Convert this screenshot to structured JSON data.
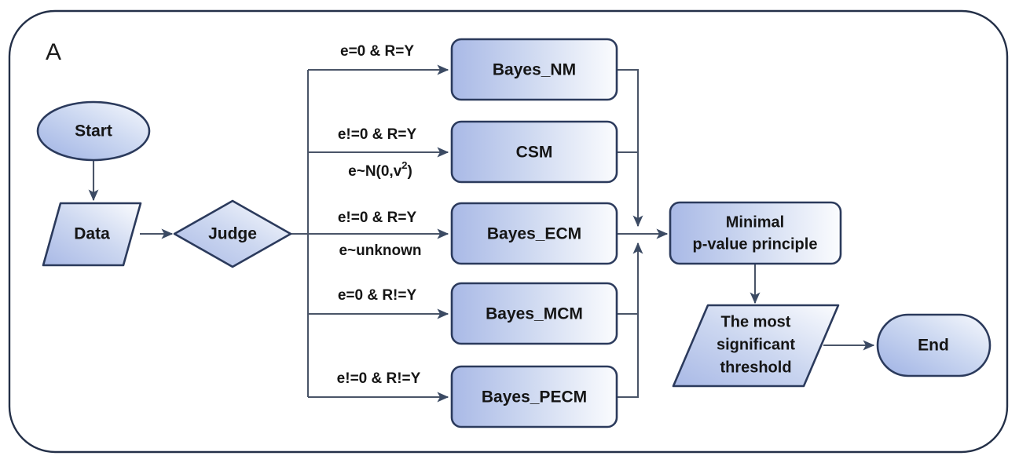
{
  "panel": {
    "letter": "A",
    "border_color": "#243048"
  },
  "theme": {
    "shape_fill_start": "#aabae6",
    "shape_fill_end": "#fbfcfe",
    "shape_stroke": "#2b3a5c",
    "connector_color": "#4a5568",
    "text_color": "#151515",
    "background": "#ffffff"
  },
  "chart_data": {
    "type": "diagram",
    "title": "A",
    "nodes": [
      {
        "id": "start",
        "label": "Start",
        "shape": "ellipse"
      },
      {
        "id": "data",
        "label": "Data",
        "shape": "parallelogram"
      },
      {
        "id": "judge",
        "label": "Judge",
        "shape": "diamond"
      },
      {
        "id": "bayes_nm",
        "label": "Bayes_NM",
        "shape": "process"
      },
      {
        "id": "csm",
        "label": "CSM",
        "shape": "process"
      },
      {
        "id": "bayes_ecm",
        "label": "Bayes_ECM",
        "shape": "process"
      },
      {
        "id": "bayes_mcm",
        "label": "Bayes_MCM",
        "shape": "process"
      },
      {
        "id": "bayes_pecm",
        "label": "Bayes_PECM",
        "shape": "process"
      },
      {
        "id": "minimal_p",
        "label": "Minimal p-value principle",
        "shape": "process"
      },
      {
        "id": "threshold",
        "label": "The most significant threshold",
        "shape": "parallelogram"
      },
      {
        "id": "end",
        "label": "End",
        "shape": "stadium"
      }
    ],
    "edges": [
      {
        "from": "start",
        "to": "data",
        "label": ""
      },
      {
        "from": "data",
        "to": "judge",
        "label": ""
      },
      {
        "from": "judge",
        "to": "bayes_nm",
        "label": "e=0 & R=Y"
      },
      {
        "from": "judge",
        "to": "csm",
        "label": "e!=0 & R=Y",
        "label2": "e~N(0,v2)"
      },
      {
        "from": "judge",
        "to": "bayes_ecm",
        "label": "e!=0 & R=Y",
        "label2": "e~unknown"
      },
      {
        "from": "judge",
        "to": "bayes_mcm",
        "label": "e=0 & R!=Y"
      },
      {
        "from": "judge",
        "to": "bayes_pecm",
        "label": "e!=0 & R!=Y"
      },
      {
        "from": "bayes_nm",
        "to": "minimal_p",
        "label": ""
      },
      {
        "from": "csm",
        "to": "minimal_p",
        "label": ""
      },
      {
        "from": "bayes_ecm",
        "to": "minimal_p",
        "label": ""
      },
      {
        "from": "bayes_mcm",
        "to": "minimal_p",
        "label": ""
      },
      {
        "from": "bayes_pecm",
        "to": "minimal_p",
        "label": ""
      },
      {
        "from": "minimal_p",
        "to": "threshold",
        "label": ""
      },
      {
        "from": "threshold",
        "to": "end",
        "label": ""
      }
    ]
  },
  "nodes": {
    "start": {
      "label": "Start"
    },
    "data": {
      "label": "Data"
    },
    "judge": {
      "label": "Judge"
    },
    "bayes_nm": {
      "label": "Bayes_NM"
    },
    "csm": {
      "label": "CSM"
    },
    "bayes_ecm": {
      "label": "Bayes_ECM"
    },
    "bayes_mcm": {
      "label": "Bayes_MCM"
    },
    "bayes_pecm": {
      "label": "Bayes_PECM"
    },
    "minimal_p": {
      "line1": "Minimal",
      "line2": "p-value principle"
    },
    "threshold": {
      "line1": "The most",
      "line2": "significant",
      "line3": "threshold"
    },
    "end": {
      "label": "End"
    }
  },
  "edge_labels": {
    "nm": {
      "line1": "e=0 & R=Y"
    },
    "csm": {
      "line1": "e!=0 & R=Y",
      "line2_pre": "e~N(0,v",
      "line2_sup": "2",
      "line2_post": ")"
    },
    "ecm": {
      "line1": "e!=0 & R=Y",
      "line2": "e~unknown"
    },
    "mcm": {
      "line1": "e=0 & R!=Y"
    },
    "pecm": {
      "line1": "e!=0 & R!=Y"
    }
  }
}
